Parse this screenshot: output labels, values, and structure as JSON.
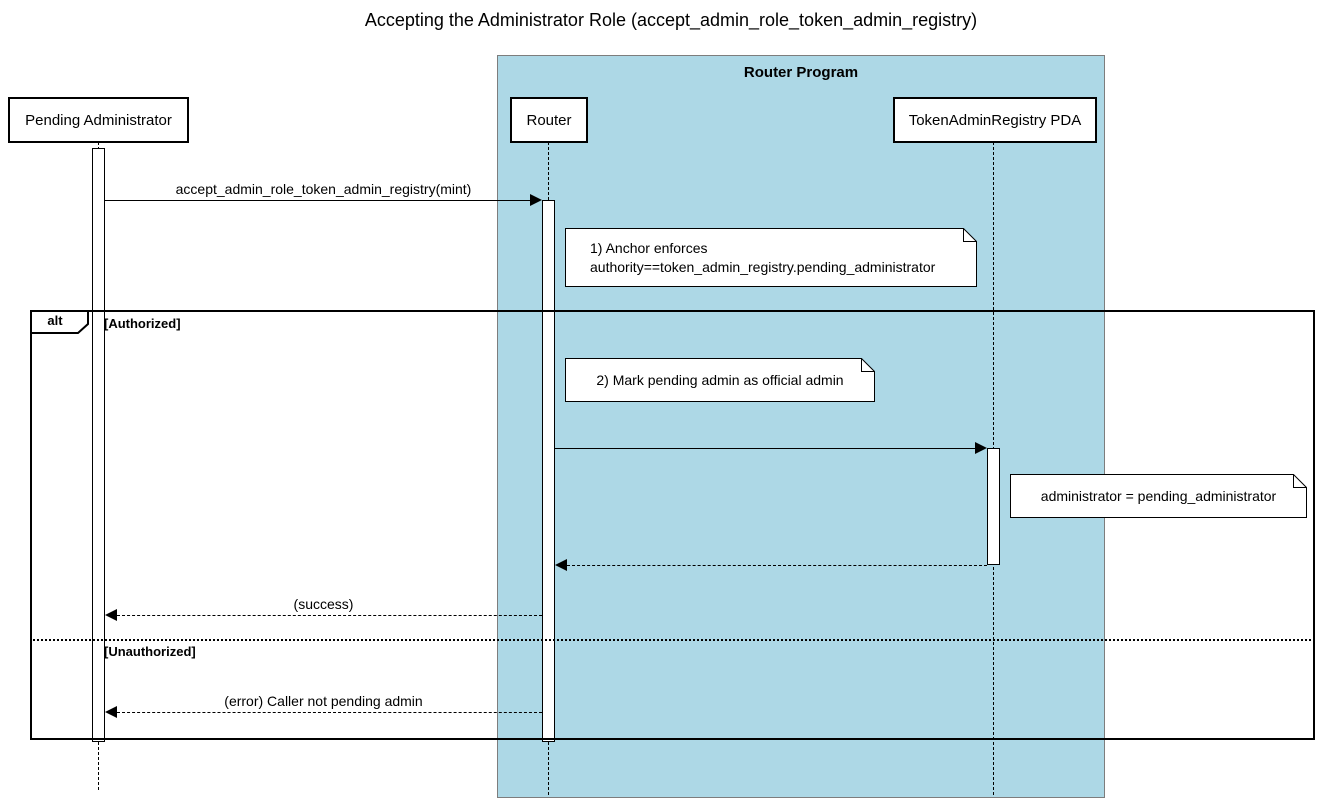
{
  "title": "Accepting the Administrator Role (accept_admin_role_token_admin_registry)",
  "container": {
    "label": "Router Program",
    "fill": "#ADD8E6"
  },
  "participants": [
    {
      "label": "Pending Administrator"
    },
    {
      "label": "Router"
    },
    {
      "label": "TokenAdminRegistry PDA"
    }
  ],
  "messages": [
    {
      "label": "accept_admin_role_token_admin_registry(mint)",
      "type": "solid",
      "from": "Pending Administrator",
      "to": "Router"
    },
    {
      "label": "",
      "type": "solid",
      "from": "Router",
      "to": "TokenAdminRegistry PDA"
    },
    {
      "label": "",
      "type": "dashed-return",
      "from": "TokenAdminRegistry PDA",
      "to": "Router"
    },
    {
      "label": "(success)",
      "type": "dashed-return",
      "from": "Router",
      "to": "Pending Administrator"
    },
    {
      "label": "(error) Caller not pending admin",
      "type": "dashed-return",
      "from": "Router",
      "to": "Pending Administrator"
    }
  ],
  "notes": [
    {
      "line1": "1) Anchor enforces",
      "line2": "authority==token_admin_registry.pending_administrator"
    },
    {
      "line1": "2) Mark pending admin as official admin"
    },
    {
      "line1": "administrator = pending_administrator"
    }
  ],
  "alt_frame": {
    "operator": "alt",
    "guards": [
      "[Authorized]",
      "[Unauthorized]"
    ]
  },
  "colors": {
    "container_fill": "#ADD8E6",
    "box_fill": "#FFFFFF",
    "line": "#000000"
  }
}
